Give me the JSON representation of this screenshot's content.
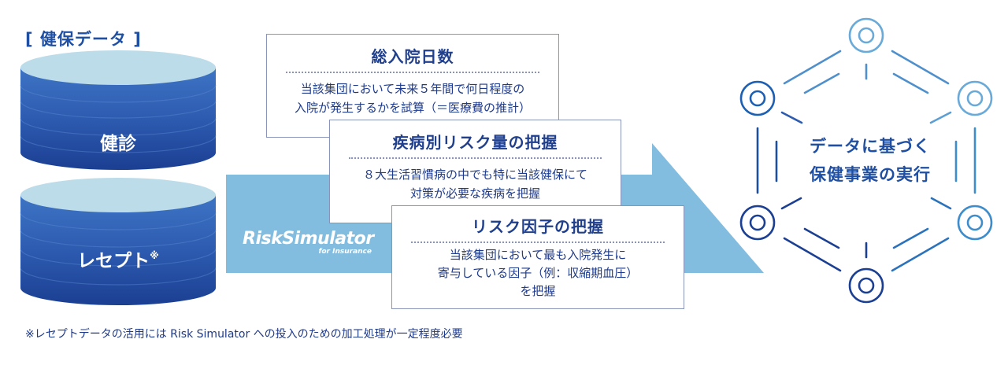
{
  "data_section": {
    "title": "[ 健保データ ]",
    "databases": [
      {
        "label": "健診",
        "note_mark": ""
      },
      {
        "label": "レセプト",
        "note_mark": "※"
      }
    ]
  },
  "simulator": {
    "logo_main": "RiskSimulator",
    "logo_sub": "for Insurance",
    "arrow_colors": {
      "start": "#0f4aa0",
      "end": "#7bb8dd"
    }
  },
  "outputs": [
    {
      "title": "総入院日数",
      "lines": [
        "当該集団において未来５年間で何日程度の",
        "入院が発生するかを試算（＝医療費の推計）"
      ]
    },
    {
      "title": "疾病別リスク量の把握",
      "lines": [
        "８大生活習慣病の中でも特に当該健保にて",
        "対策が必要な疾病を把握"
      ]
    },
    {
      "title": "リスク因子の把握",
      "lines": [
        "当該集団において最も入院発生に",
        "寄与している因子（例：収縮期血圧）",
        "を把握"
      ]
    }
  ],
  "goal": {
    "lines": [
      "データに基づく",
      "保健事業の実行"
    ],
    "icon": "hexagon-network-icon"
  },
  "colors": {
    "cylinder_top": "#bcdcea",
    "cylinder_body_light": "#3d70c0",
    "cylinder_body_dark": "#1a3f92",
    "text_navy": "#1e3a8a",
    "box_border": "#8a93b8"
  },
  "footnote": "※レセプトデータの活用には Risk Simulator への投入のための加工処理が一定程度必要"
}
